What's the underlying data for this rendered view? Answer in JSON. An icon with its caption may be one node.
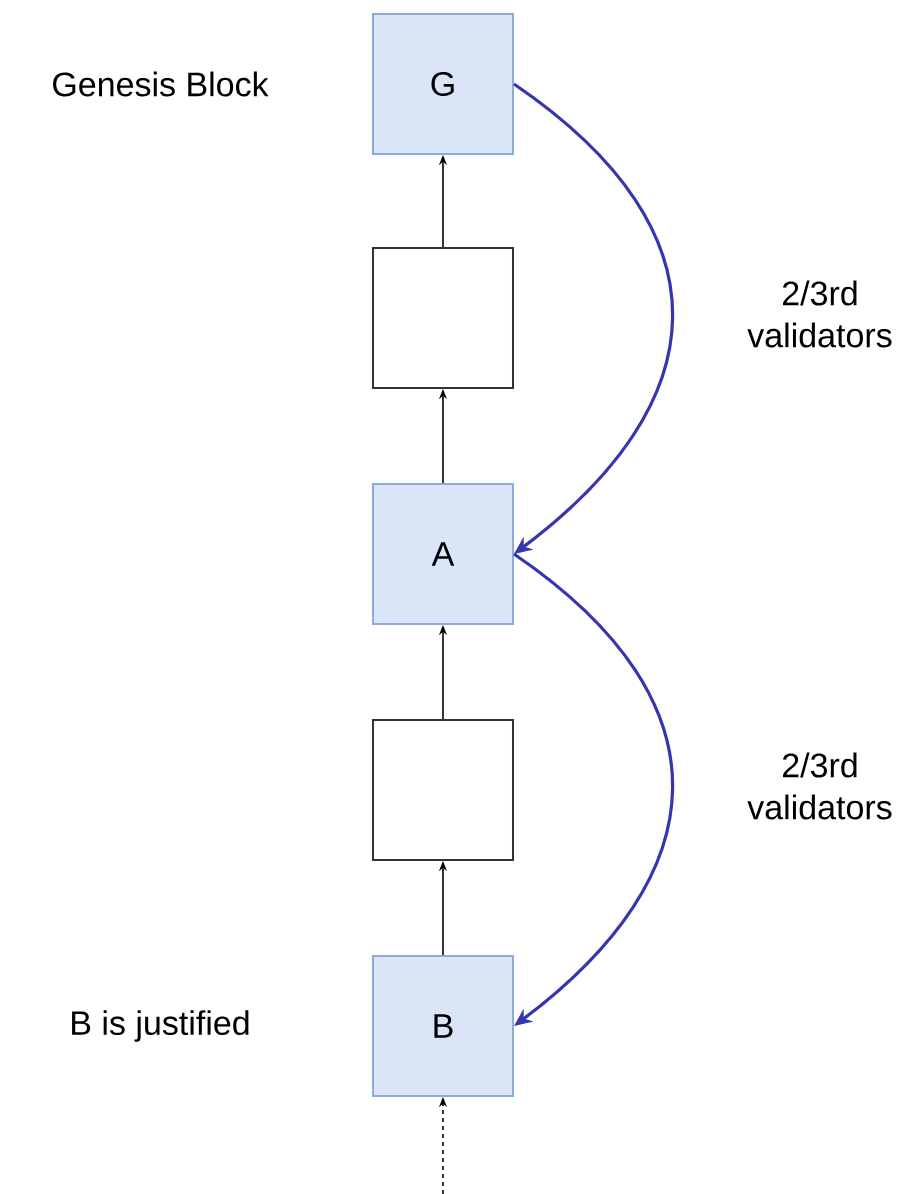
{
  "diagram": {
    "nodes": [
      {
        "text": [
          "G"
        ],
        "beside": [
          "Genesis Block"
        ]
      },
      {
        "text": [],
        "shape": "box"
      },
      {
        "text": [
          "A"
        ]
      },
      {
        "text": [],
        "shape": "box"
      },
      {
        "text": [
          "B"
        ],
        "beside": [
          "B is justified"
        ]
      }
    ],
    "edges": [
      {
        "from": 1,
        "to": 0,
        "arrow": "to"
      },
      {
        "from": 2,
        "to": 1,
        "arrow": "to"
      },
      {
        "from": 3,
        "to": 2,
        "arrow": "to"
      },
      {
        "from": 4,
        "to": 3,
        "arrow": "to"
      },
      {
        "from": null,
        "to": 4,
        "arrow": "to",
        "style": "dashed"
      },
      {
        "from": 0,
        "to": 2,
        "arrow": "to",
        "label": "2/3rd validators",
        "color": "#3535b0"
      },
      {
        "from": 2,
        "to": 4,
        "arrow": "to",
        "label": "2/3rd validators",
        "color": "#3535b0"
      }
    ]
  }
}
